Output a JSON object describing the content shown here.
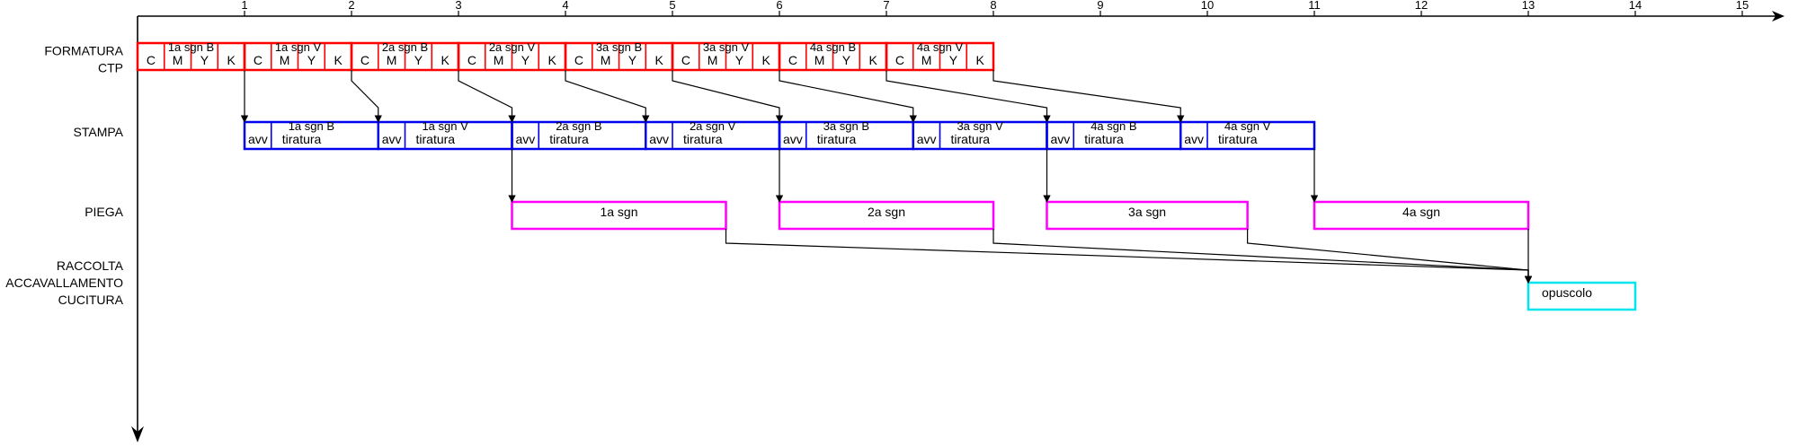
{
  "axis": {
    "ticks": [
      "1",
      "2",
      "3",
      "4",
      "5",
      "6",
      "7",
      "8",
      "9",
      "10",
      "11",
      "12",
      "13",
      "14",
      "15"
    ]
  },
  "rows": {
    "formatura": [
      "FORMATURA",
      "CTP"
    ],
    "stampa": [
      "STAMPA"
    ],
    "piega": [
      "PIEGA"
    ],
    "raccolta": [
      "RACCOLTA",
      "ACCAVALLAMENTO",
      "CUCITURA"
    ]
  },
  "colors": {
    "formatura": "#ff0000",
    "stampa": "#0000ee",
    "piega": "#ff00ff",
    "raccolta": "#00e5ee",
    "axis": "#000000"
  },
  "ctp": {
    "channels": [
      "C",
      "M",
      "Y",
      "K"
    ],
    "blocks": [
      {
        "label": "1a sgn B",
        "start": 0,
        "end": 1
      },
      {
        "label": "1a sgn V",
        "start": 1,
        "end": 2
      },
      {
        "label": "2a sgn B",
        "start": 2,
        "end": 3
      },
      {
        "label": "2a sgn V",
        "start": 3,
        "end": 4
      },
      {
        "label": "3a sgn B",
        "start": 4,
        "end": 5
      },
      {
        "label": "3a sgn V",
        "start": 5,
        "end": 6
      },
      {
        "label": "4a sgn B",
        "start": 6,
        "end": 7
      },
      {
        "label": "4a sgn V",
        "start": 7,
        "end": 8
      }
    ]
  },
  "stampa": {
    "avv_label": "avv",
    "tiratura_label": "tiratura",
    "avv_duration": 0.25,
    "blocks": [
      {
        "label": "1a sgn B",
        "start": 1,
        "end": 2.25
      },
      {
        "label": "1a sgn V",
        "start": 2.25,
        "end": 3.5
      },
      {
        "label": "2a sgn B",
        "start": 3.5,
        "end": 4.75
      },
      {
        "label": "2a sgn V",
        "start": 4.75,
        "end": 6
      },
      {
        "label": "3a sgn B",
        "start": 6,
        "end": 7.25
      },
      {
        "label": "3a sgn V",
        "start": 7.25,
        "end": 8.5
      },
      {
        "label": "4a sgn B",
        "start": 8.5,
        "end": 9.75
      },
      {
        "label": "4a sgn V",
        "start": 9.75,
        "end": 11
      }
    ]
  },
  "piega": {
    "blocks": [
      {
        "label": "1a sgn",
        "start": 3.5,
        "end": 5.5
      },
      {
        "label": "2a sgn",
        "start": 6,
        "end": 8
      },
      {
        "label": "3a sgn",
        "start": 8.5,
        "end": 10.375
      },
      {
        "label": "4a sgn",
        "start": 11,
        "end": 13
      }
    ]
  },
  "raccolta": {
    "blocks": [
      {
        "label": "opuscolo",
        "start": 13,
        "end": 14
      }
    ]
  }
}
